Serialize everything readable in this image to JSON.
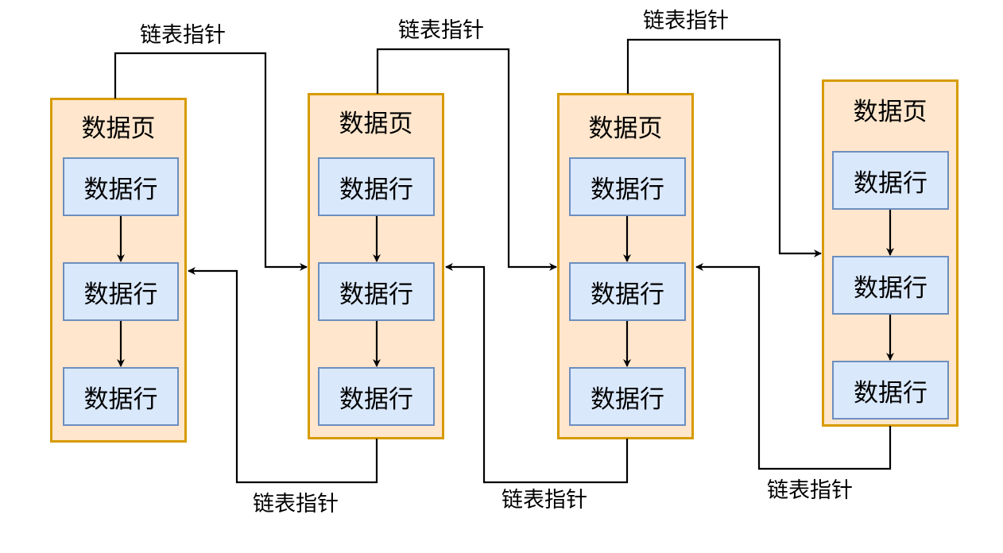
{
  "diagram": {
    "colors": {
      "page_fill": "#ffe6cc",
      "page_border": "#d79b00",
      "row_fill": "#dae8fc",
      "row_border": "#6c8ebf",
      "line": "#000000"
    },
    "pages": [
      {
        "title": "数据页",
        "rows": [
          "数据行",
          "数据行",
          "数据行"
        ]
      },
      {
        "title": "数据页",
        "rows": [
          "数据行",
          "数据行",
          "数据行"
        ]
      },
      {
        "title": "数据页",
        "rows": [
          "数据行",
          "数据行",
          "数据行"
        ]
      },
      {
        "title": "数据页",
        "rows": [
          "数据行",
          "数据行",
          "数据行"
        ]
      }
    ],
    "forward_pointers": [
      {
        "label": "链表指针",
        "from_page": 1,
        "to_page": 2
      },
      {
        "label": "链表指针",
        "from_page": 2,
        "to_page": 3
      },
      {
        "label": "链表指针",
        "from_page": 3,
        "to_page": 4
      }
    ],
    "backward_pointers": [
      {
        "label": "链表指针",
        "from_page": 2,
        "to_page": 1
      },
      {
        "label": "链表指针",
        "from_page": 3,
        "to_page": 2
      },
      {
        "label": "链表指针",
        "from_page": 4,
        "to_page": 3
      }
    ]
  }
}
